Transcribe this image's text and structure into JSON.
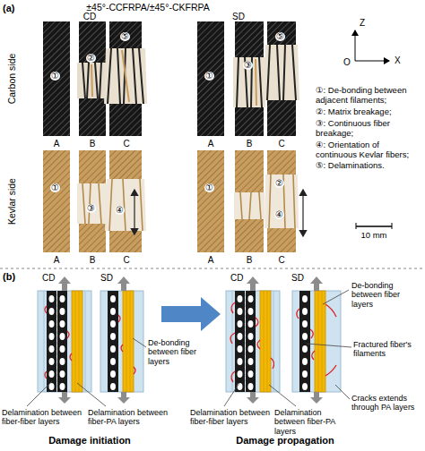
{
  "diagram": {
    "labels": [
      "(a)",
      "±45°-CCFRPA/±45°-CKFRPA",
      "CD",
      "SD",
      "Z",
      "O",
      "X",
      "Carbon side",
      "Kevlar side",
      "①: De-bonding between adjacent filaments;",
      "②: Matrix breakage;",
      "③: Continuous fiber breakage;",
      "④: Orientation of continuous Kevlar fibers;",
      "⑤: Delaminations.",
      "10 mm",
      "①",
      "②",
      "⑤",
      "①",
      "③",
      "⑤",
      "①",
      "③",
      "④",
      "①",
      "②",
      "④",
      "A",
      "B",
      "C",
      "A",
      "B",
      "C",
      "A",
      "B",
      "C",
      "A",
      "B",
      "C",
      "(b)",
      "CD",
      "SD",
      "CD",
      "SD",
      "De-bonding between fiber layers",
      "Delamination between fiber-fiber layers",
      "Delamination between fiber-PA layers",
      "Damage initiation",
      "De-bonding between fiber layers",
      "Fractured fiber's filaments",
      "Cracks extends through PA layers",
      "Delamination between fiber-fiber layers",
      "Delamination between fiber-PA layers",
      "Damage propagation"
    ]
  }
}
